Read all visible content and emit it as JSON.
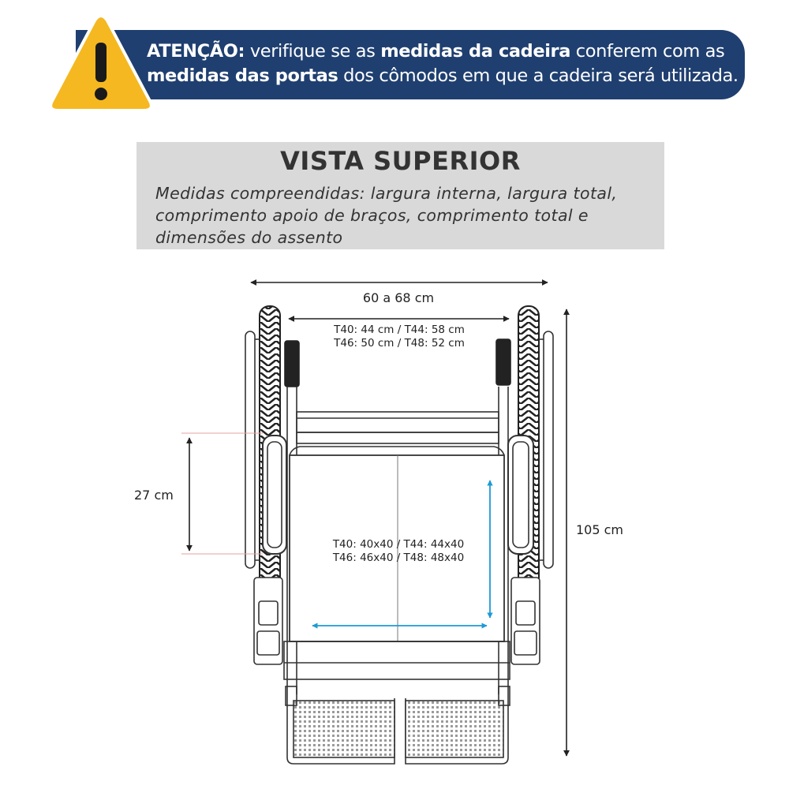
{
  "warning": {
    "label": "ATENÇÃO:",
    "part1": " verifique se as ",
    "bold1": "medidas da cadeira",
    "part2": " conferem com as",
    "bold2": "medidas das portas",
    "part3": " dos cômodos em que a cadeira será utilizada."
  },
  "header": {
    "title": "VISTA SUPERIOR",
    "subtitle": "Medidas compreendidas: largura interna, largura total, comprimento apoio de braços, comprimento total e dimensões do assento"
  },
  "dimensions": {
    "total_width": "60 a 68 cm",
    "inner_width_line1": "T40: 44 cm / T44: 58 cm",
    "inner_width_line2": "T46: 50 cm / T48: 52 cm",
    "armrest_length": "27 cm",
    "total_length": "105 cm",
    "seat_line1": "T40: 40x40 / T44: 44x40",
    "seat_line2": "T46: 46x40 / T48: 48x40"
  },
  "colors": {
    "banner": "#1f3f70",
    "warning_yellow": "#f5b820",
    "accent_arrow": "#1e9ad6"
  }
}
